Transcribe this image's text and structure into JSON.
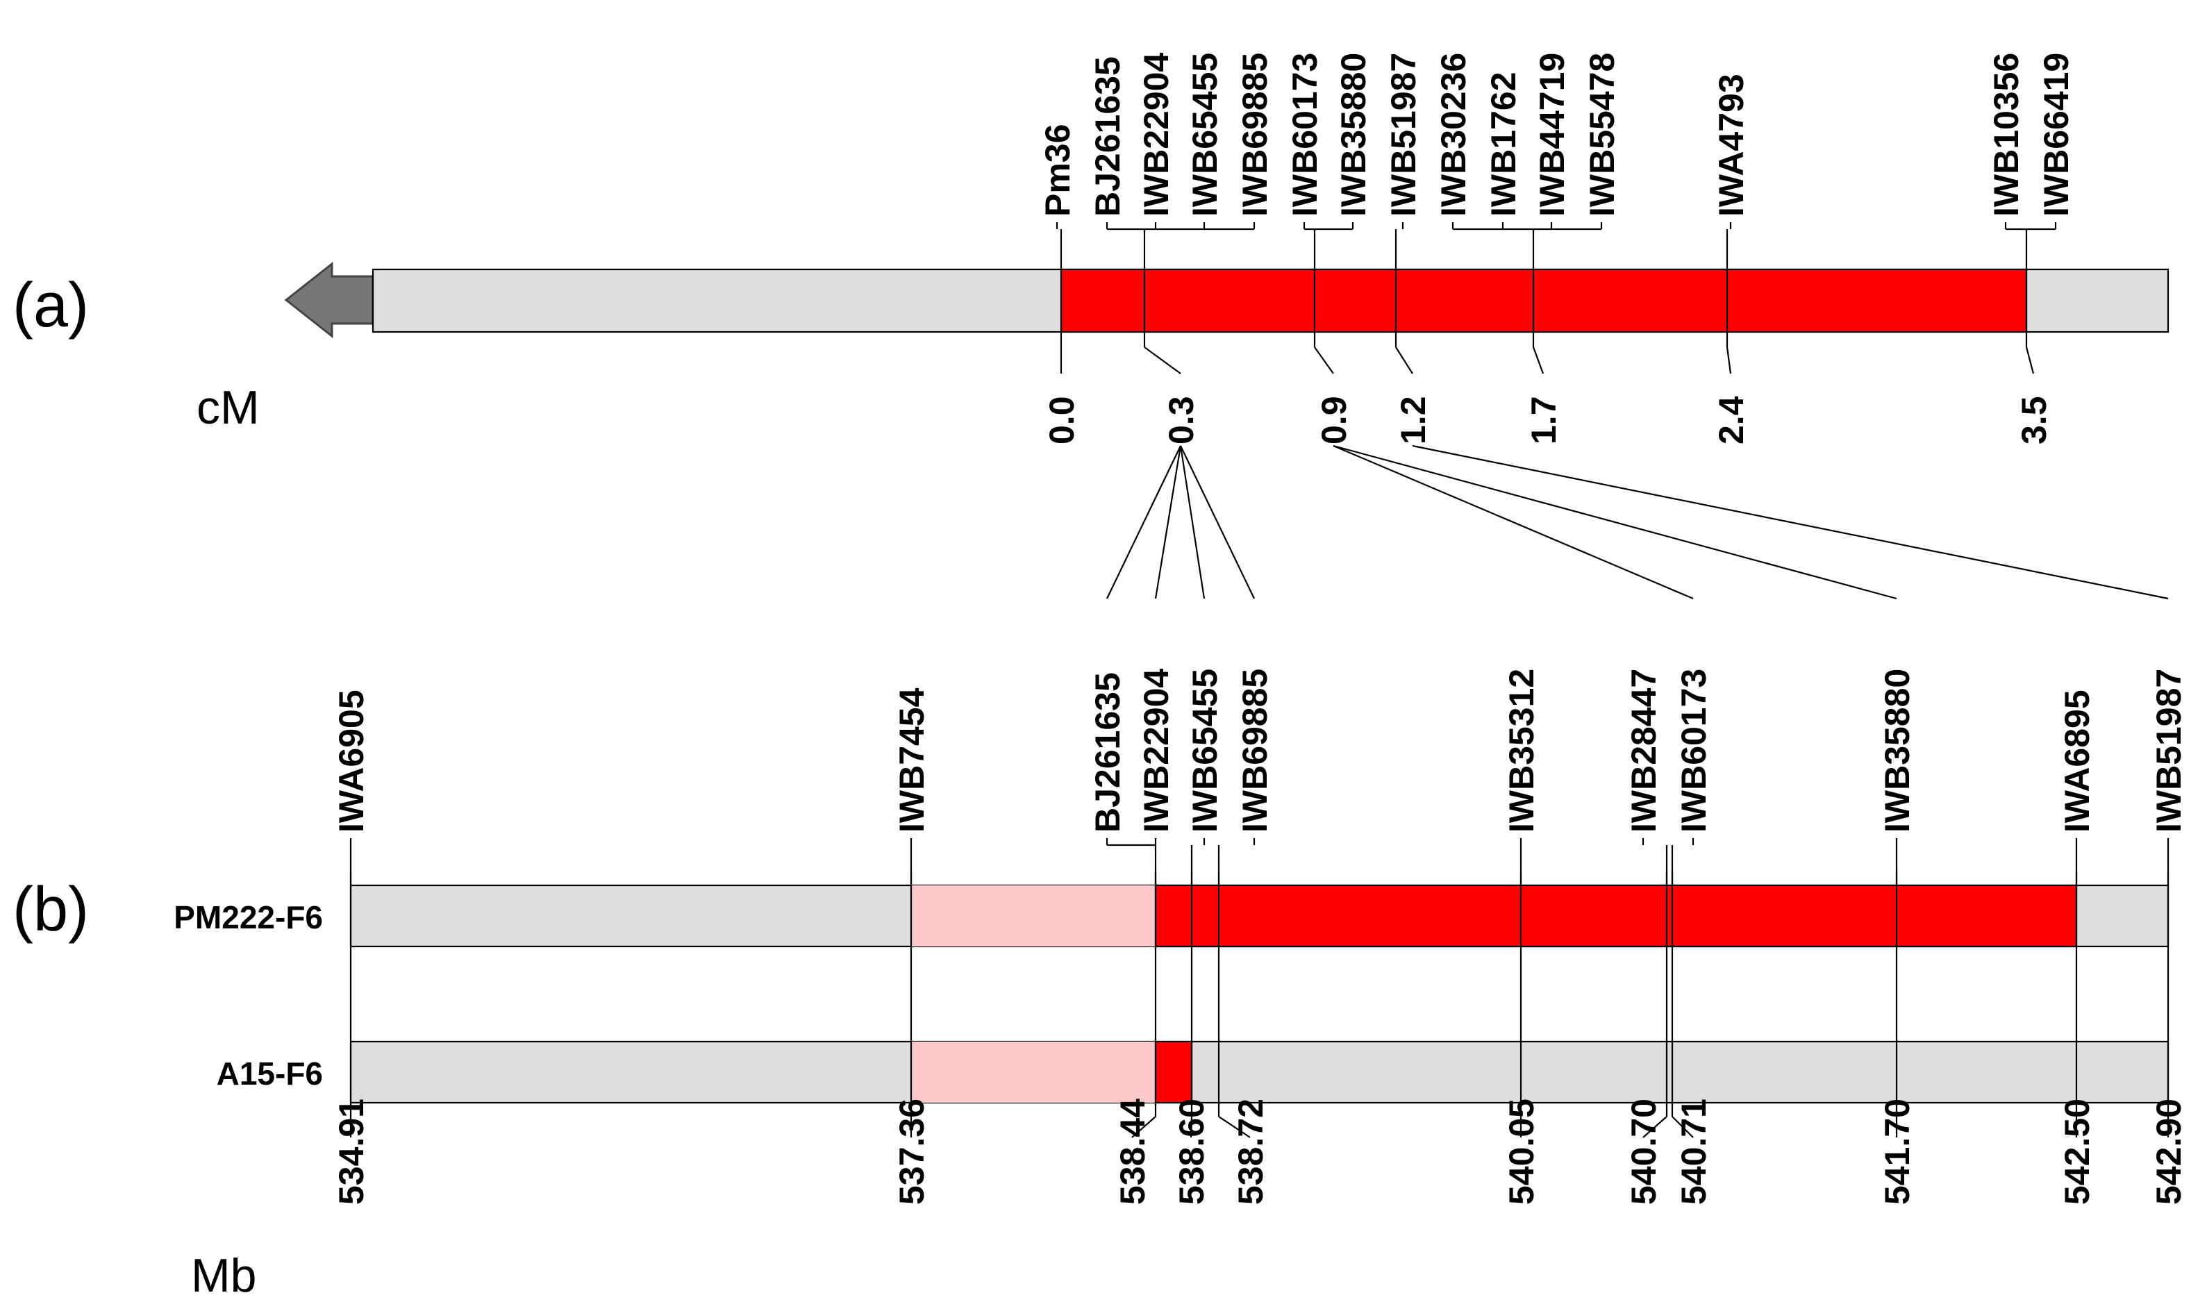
{
  "panels": {
    "a": "(a)",
    "b": "(b)"
  },
  "units": {
    "a": "cM",
    "b": "Mb"
  },
  "colors": {
    "background": "#dedede",
    "interval": "#ff0000",
    "flank": "#ffc8c8",
    "arrow": "#777777"
  },
  "chart_data": [
    {
      "type": "genetic-map",
      "unit": "cM",
      "range": [
        0.0,
        3.5
      ],
      "interval": [
        0.0,
        3.5
      ],
      "arrow": "left",
      "positions": [
        {
          "value": 0.0,
          "label": "0.0",
          "markers": [
            "Pm36"
          ]
        },
        {
          "value": 0.3,
          "label": "0.3",
          "markers": [
            "BJ261635",
            "IWB22904",
            "IWB65455",
            "IWB69885"
          ]
        },
        {
          "value": 0.9,
          "label": "0.9",
          "markers": [
            "IWB60173",
            "IWB35880"
          ]
        },
        {
          "value": 1.2,
          "label": "1.2",
          "markers": [
            "IWB51987"
          ]
        },
        {
          "value": 1.7,
          "label": "1.7",
          "markers": [
            "IWB30236",
            "IWB1762",
            "IWB44719",
            "IWB55478"
          ]
        },
        {
          "value": 2.4,
          "label": "2.4",
          "markers": [
            "IWA4793"
          ]
        },
        {
          "value": 3.5,
          "label": "3.5",
          "markers": [
            "IWB10356",
            "IWB66419"
          ]
        }
      ]
    },
    {
      "type": "physical-map",
      "unit": "Mb",
      "range": [
        534.91,
        542.9
      ],
      "positions": [
        {
          "value": 534.91,
          "label": "534.91",
          "markers": [
            "IWA6905"
          ]
        },
        {
          "value": 537.36,
          "label": "537.36",
          "markers": [
            "IWB7454"
          ]
        },
        {
          "value": 538.44,
          "label": "538.44",
          "markers": [
            "BJ261635",
            "IWB22904"
          ]
        },
        {
          "value": 538.6,
          "label": "538.60",
          "markers": [
            "IWB65455"
          ]
        },
        {
          "value": 538.72,
          "label": "538.72",
          "markers": [
            "IWB69885"
          ]
        },
        {
          "value": 540.05,
          "label": "540.05",
          "markers": [
            "IWB35312"
          ]
        },
        {
          "value": 540.7,
          "label": "540.70",
          "markers": [
            "IWB28447"
          ]
        },
        {
          "value": 540.71,
          "label": "540.71",
          "markers": [
            "IWB60173"
          ]
        },
        {
          "value": 541.7,
          "label": "541.70",
          "markers": [
            "IWB35880"
          ]
        },
        {
          "value": 542.5,
          "label": "542.50",
          "markers": [
            "IWA6895"
          ]
        },
        {
          "value": 542.9,
          "label": "542.90",
          "markers": [
            "IWB51987"
          ]
        }
      ],
      "lines": [
        {
          "name": "PM222-F6",
          "flank": [
            537.36,
            538.44
          ],
          "interval": [
            538.44,
            542.5
          ]
        },
        {
          "name": "A15-F6",
          "flank": [
            537.36,
            538.44
          ],
          "interval": [
            538.44,
            538.6
          ]
        }
      ],
      "links": [
        {
          "from_cM": 0.3,
          "markers": [
            "BJ261635",
            "IWB22904",
            "IWB65455",
            "IWB69885"
          ]
        },
        {
          "from_cM": 0.9,
          "markers": [
            "IWB60173",
            "IWB35880"
          ]
        },
        {
          "from_cM": 1.2,
          "markers": [
            "IWB51987"
          ]
        }
      ]
    }
  ]
}
